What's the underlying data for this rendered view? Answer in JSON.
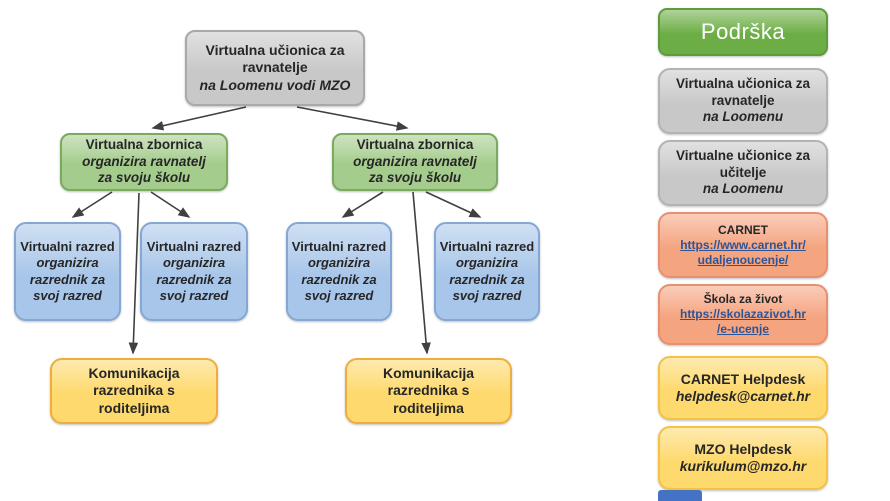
{
  "flowchart": {
    "root": {
      "title": "Virtualna učionica za ravnatelje",
      "subtitle": "na Loomenu vodi MZO"
    },
    "staffroom": {
      "title": "Virtualna zbornica",
      "subtitle1": "organizira ravnatelj",
      "subtitle2": "za svoju školu"
    },
    "class": {
      "title": "Virtualni razred",
      "subtitle": "organizira razrednik za svoj razred"
    },
    "communication": {
      "title": "Komunikacija razrednika s roditeljima"
    }
  },
  "sidebar": {
    "header": "Podrška",
    "items": [
      {
        "title": "Virtualna učionica za ravnatelje",
        "note": "na Loomenu"
      },
      {
        "title": "Virtualne učionice za učitelje",
        "note": "na Loomenu"
      },
      {
        "title": "CARNET",
        "link_line1": "https://www.carnet.hr/",
        "link_line2": "udaljenoucenje/"
      },
      {
        "title": "Škola za život",
        "link_line1": "https://skolazazivot.hr",
        "link_line2": "/e-ucenje"
      },
      {
        "title": "CARNET Helpdesk",
        "note": "helpdesk@carnet.hr"
      },
      {
        "title": "MZO Helpdesk",
        "note": "kurikulum@mzo.hr"
      }
    ]
  },
  "colors": {
    "gray_box": "#C8C8C8",
    "green_header": "#6CAE45",
    "green_box": "#A4CC8C",
    "blue_box": "#A8C6E9",
    "yellow_box": "#FED96D",
    "salmon_box": "#F5A480",
    "link": "#2E5496",
    "blue_bar": "#4472C4",
    "arrow": "#404040"
  }
}
